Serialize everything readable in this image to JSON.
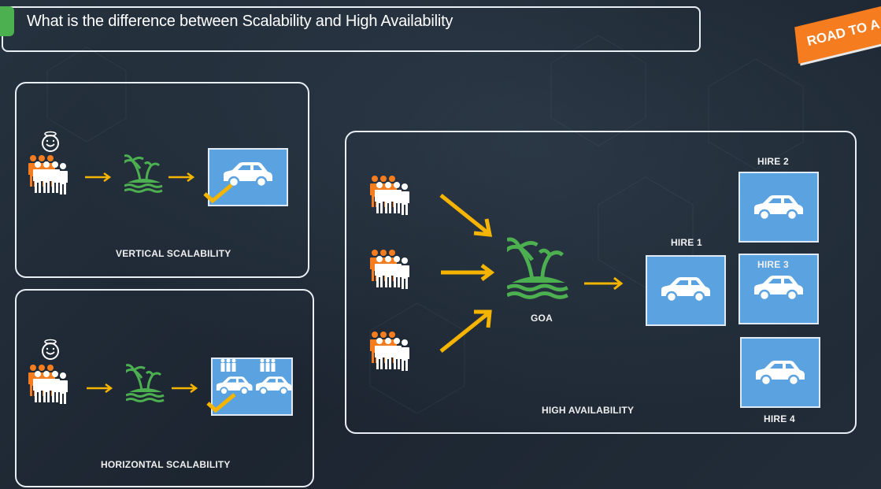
{
  "header": {
    "title": "What is the difference between Scalability and High Availability"
  },
  "badge": {
    "text": "ROAD TO A"
  },
  "vertical": {
    "label": "VERTICAL SCALABILITY"
  },
  "horizontal": {
    "label": "HORIZONTAL SCALABILITY"
  },
  "high_availability": {
    "label": "HIGH AVAILABILITY",
    "destination": "GOA",
    "hires": [
      "HIRE 1",
      "HIRE 2",
      "HIRE 3",
      "HIRE 4"
    ]
  },
  "colors": {
    "accent_green": "#4caf50",
    "badge_orange": "#f57c1f",
    "car_box_blue": "#5aa3e0",
    "arrow_yellow": "#f5b400",
    "people_orange": "#f57c1f"
  }
}
